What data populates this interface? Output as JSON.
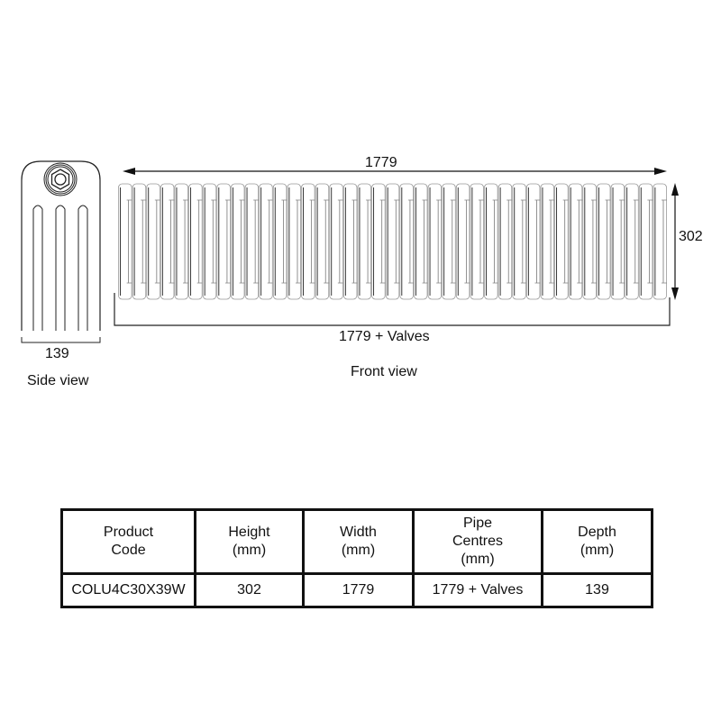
{
  "side_view": {
    "caption": "Side view",
    "depth_label": "139"
  },
  "front_view": {
    "caption": "Front view",
    "width_label": "1779",
    "height_label": "302",
    "pipe_centres_label": "1779 + Valves",
    "section_count": 39
  },
  "table": {
    "headers": [
      {
        "line1": "Product",
        "line2": "Code",
        "line3": ""
      },
      {
        "line1": "Height",
        "line2": "(mm)",
        "line3": ""
      },
      {
        "line1": "Width",
        "line2": "(mm)",
        "line3": ""
      },
      {
        "line1": "Pipe",
        "line2": "Centres",
        "line3": "(mm)"
      },
      {
        "line1": "Depth",
        "line2": "(mm)",
        "line3": ""
      }
    ],
    "row": {
      "product_code": "COLU4C30X39W",
      "height": "302",
      "width": "1779",
      "pipe_centres": "1779 + Valves",
      "depth": "139"
    }
  },
  "colors": {
    "line": "#111111",
    "light_line": "#888888",
    "background": "#ffffff"
  }
}
